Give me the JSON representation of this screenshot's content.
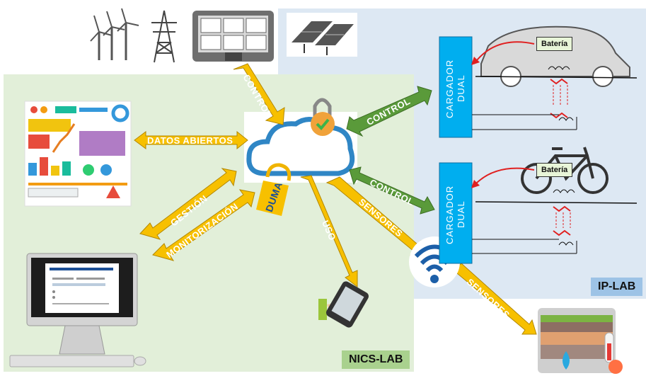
{
  "labels": {
    "control_top": "CONTROL",
    "datos_abiertos": "DATOS ABIERTOS",
    "control_car": "CONTROL",
    "control_bike": "CONTROL",
    "gestion": "GESTIÓN",
    "monitorizacion": "MONITORIZACIÓN",
    "uso": "USO",
    "sensores_1": "SENSORES",
    "sensores_2": "SENSORES",
    "duma": "DUMA"
  },
  "labs": {
    "nics": "NICS-LAB",
    "ip": "IP-LAB"
  },
  "chargers": {
    "top": {
      "line1": "CARGADOR",
      "line2": "DUAL"
    },
    "bottom": {
      "line1": "CARGADOR",
      "line2": "DUAL"
    }
  },
  "battery": {
    "car": "Batería",
    "bike": "Batería"
  },
  "colors": {
    "nics_bg": "#e2efd9",
    "ip_bg": "#dde8f3",
    "arrow_yellow": "#f7c000",
    "arrow_green": "#5a9a3a",
    "charger_blue": "#00aeef"
  }
}
